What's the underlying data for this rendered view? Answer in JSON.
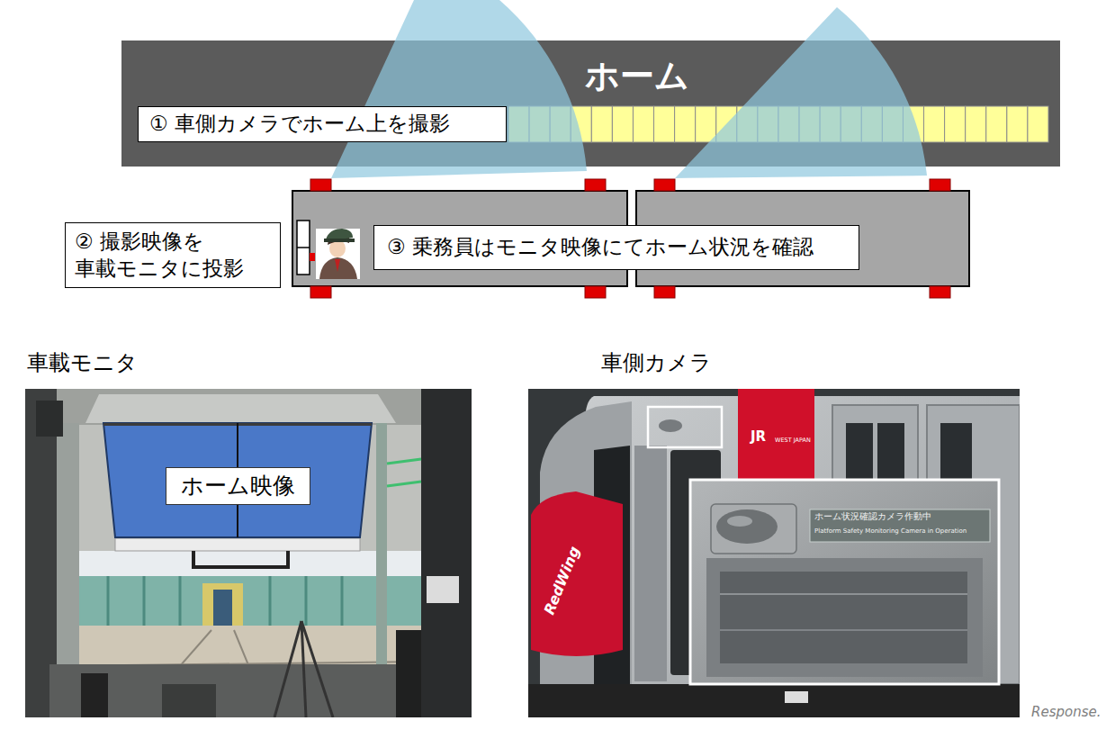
{
  "diagram": {
    "nodes": [
      {
        "text": [
          "ホーム"
        ]
      },
      {
        "text": [
          "① 車側カメラでホーム上を撮影"
        ],
        "in": 0
      },
      {
        "text": [
          "② 撮影映像を 車載モニタに投影"
        ]
      },
      {
        "text": [
          "③ 乗務員はモニタ映像にてホーム状況を確認"
        ]
      },
      {
        "text": [
          "車載モニタ"
        ]
      },
      {
        "text": [
          "ホーム映像"
        ],
        "in": 4
      },
      {
        "text": [
          "車側カメラ"
        ]
      }
    ],
    "labels": [
      "RedWing",
      "JR",
      "WEST JAPAN",
      "ホーム状況確認カメラ作動中",
      "Platform Safety Monitoring Camera in Operation",
      "Response."
    ]
  }
}
